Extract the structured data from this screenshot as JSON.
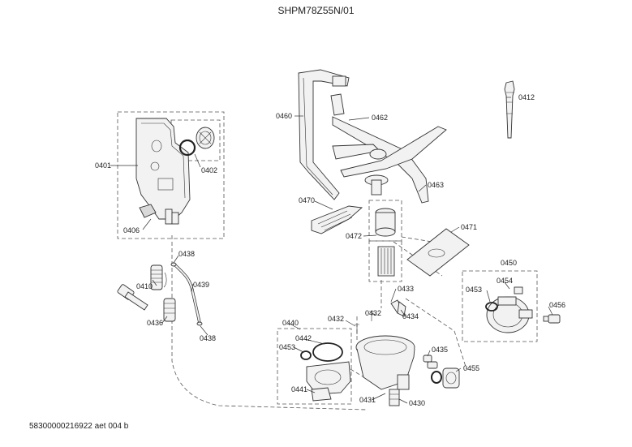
{
  "drawing": {
    "title": "SHPM78Z55N/01",
    "footer": "58300000216922 aet 004 b"
  },
  "callouts": {
    "c0401": "0401",
    "c0402": "0402",
    "c0406": "0406",
    "c0410": "0410",
    "c0412": "0412",
    "c0430": "0430",
    "c0431": "0431",
    "c0432a": "0432",
    "c0432b": "0432",
    "c0433": "0433",
    "c0434": "0434",
    "c0435": "0435",
    "c0436": "0436",
    "c0438a": "0438",
    "c0438b": "0438",
    "c0439": "0439",
    "c0440": "0440",
    "c0441": "0441",
    "c0442": "0442",
    "c0450": "0450",
    "c0453a": "0453",
    "c0453b": "0453",
    "c0454": "0454",
    "c0455": "0455",
    "c0456": "0456",
    "c0460": "0460",
    "c0462": "0462",
    "c0463": "0463",
    "c0470": "0470",
    "c0471": "0471",
    "c0472": "0472"
  }
}
